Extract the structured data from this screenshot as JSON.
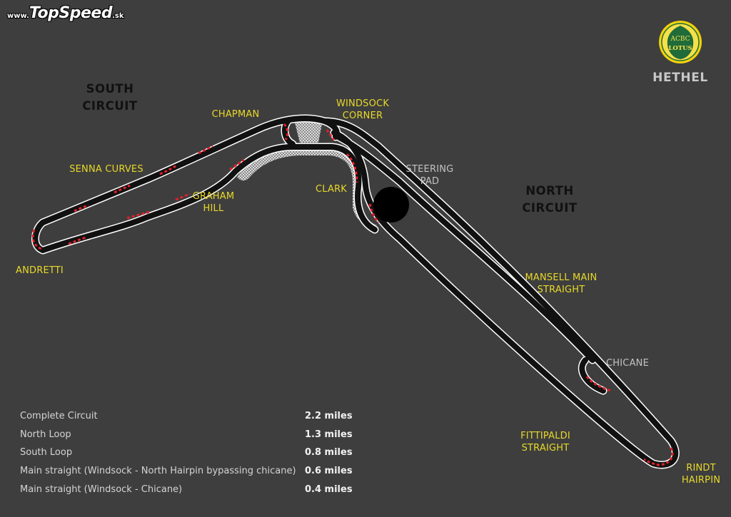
{
  "watermark": {
    "prefix": "www.",
    "name": "TopSpeed",
    "suffix": ".sk"
  },
  "brand": {
    "logo_text": "LOTUS",
    "monogram": "ACBC",
    "circuit_name": "HETHEL"
  },
  "regions": {
    "south": "SOUTH\nCIRCUIT",
    "north": "NORTH\nCIRCUIT"
  },
  "corners": {
    "chapman": "CHAPMAN",
    "windsock": "WINDSOCK\nCORNER",
    "senna": "SENNA CURVES",
    "graham": "GRAHAM\nHILL",
    "clark": "CLARK",
    "steering_pad": "STEERING\nPAD",
    "andretti": "ANDRETTI",
    "mansell": "MANSELL MAIN\nSTRAIGHT",
    "chicane": "CHICANE",
    "fittipaldi": "FITTIPALDI\nSTRAIGHT",
    "rindt": "RINDT\nHAIRPIN"
  },
  "legend": [
    {
      "name": "Complete Circuit",
      "value": "2.2 miles"
    },
    {
      "name": "North Loop",
      "value": "1.3 miles"
    },
    {
      "name": "South Loop",
      "value": "0.8 miles"
    },
    {
      "name": "Main straight (Windsock - North Hairpin bypassing chicane)",
      "value": "0.6 miles"
    },
    {
      "name": "Main straight (Windsock - Chicane)",
      "value": "0.4 miles"
    }
  ],
  "colors": {
    "background": "#3e3e3e",
    "track": "#111111",
    "track_edge": "#ffffff",
    "label_yellow": "#e8d82a",
    "label_grey": "#c2c2c2",
    "kerb_red": "#e0202a",
    "logo_yellow": "#f2d20a",
    "logo_green": "#1f6b3a"
  }
}
